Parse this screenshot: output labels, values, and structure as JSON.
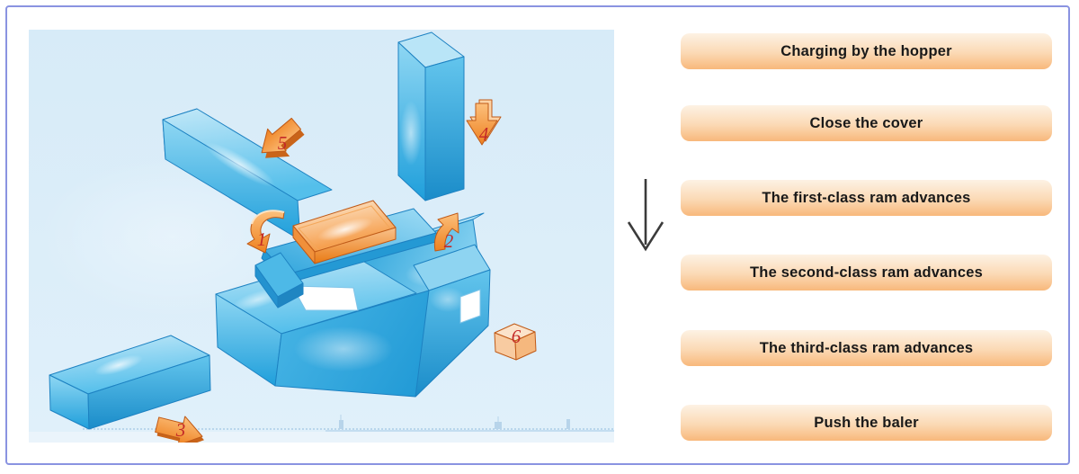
{
  "frame": {
    "border_color": "#8a93e1"
  },
  "diagram": {
    "background_color": "#d9edf8",
    "machine_color": "#2aa7e0",
    "accent_color": "#f08224",
    "number_color": "#c42a28",
    "numbers": [
      "1",
      "2",
      "3",
      "4",
      "5",
      "6"
    ]
  },
  "flow": {
    "arrow_icon": "down-arrow",
    "arrow_color": "#3b3b3b",
    "button_colors": {
      "top": "#fdf2e4",
      "bottom": "#f8b87b",
      "text": "#191919"
    },
    "steps": [
      "Charging by the hopper",
      "Close the cover",
      "The first-class ram advances",
      "The second-class ram advances",
      "The third-class ram advances",
      "Push the baler"
    ]
  }
}
